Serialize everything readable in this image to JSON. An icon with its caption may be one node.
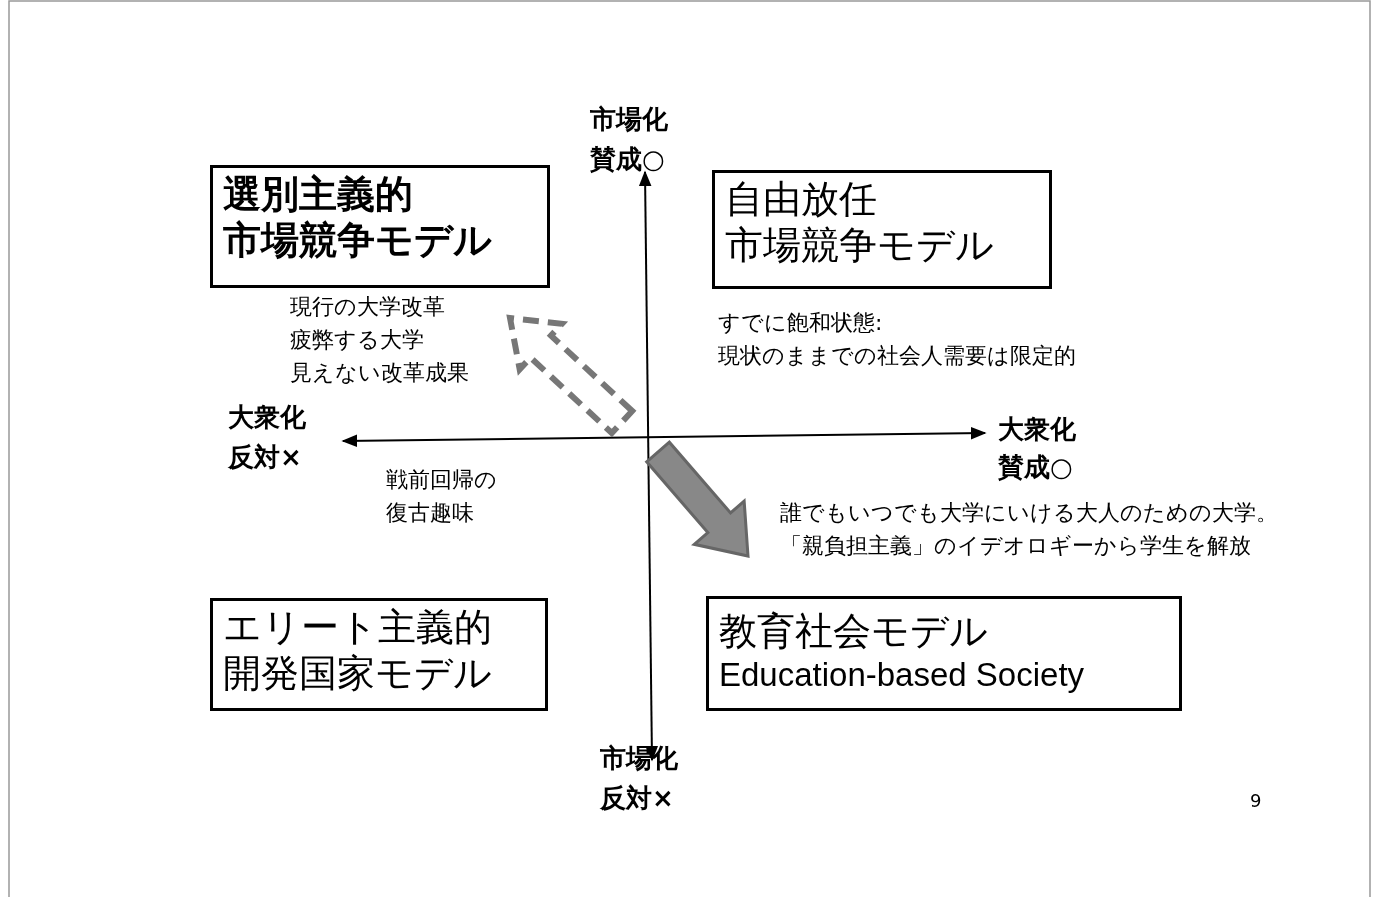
{
  "diagram": {
    "nodes": [
      {
        "text": [
          "選別主義的",
          "市場競争モデル"
        ]
      },
      {
        "text": [
          "自由放任",
          "市場競争モデル"
        ]
      },
      {
        "text": [
          "エリート主義的",
          "開発国家モデル"
        ]
      },
      {
        "text": [
          "教育社会モデル",
          "Education-based Society"
        ]
      }
    ],
    "edges": [],
    "labels": [
      "市場化",
      "賛成○",
      "現行の大学改革",
      "疲弊する大学",
      "見えない改革成果",
      "すでに飽和状態:",
      "現状のままでの社会人需要は限定的",
      "大衆化",
      "反対×",
      "大衆化",
      "賛成○",
      "戦前回帰の",
      "復古趣味",
      "誰でもいつでも大学にいける大人のための大学。",
      "「親負担主義」のイデオロギーから学生を解放",
      "市場化",
      "反対×",
      "9"
    ]
  }
}
